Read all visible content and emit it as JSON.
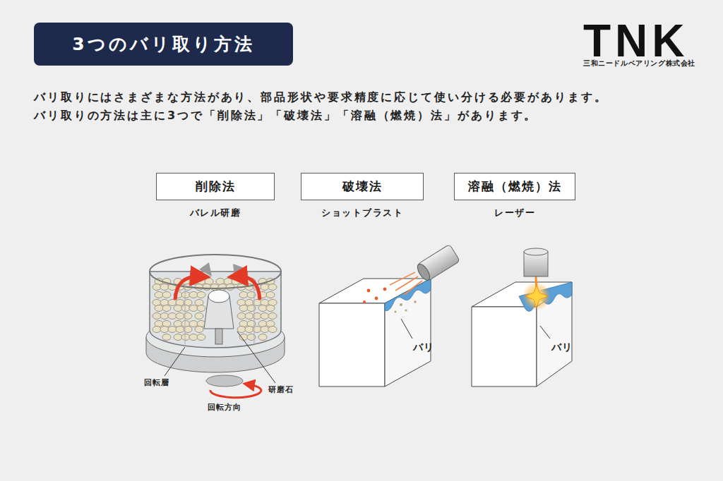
{
  "diagram": {
    "title": "3つのバリ取り方法",
    "nodes": [
      {
        "text": [
          "削除法",
          "バレル研磨"
        ]
      },
      {
        "text": [
          "破壊法",
          "ショットブラスト"
        ]
      },
      {
        "text": [
          "溶融（燃焼）法",
          "レーザー"
        ]
      }
    ],
    "labels": [
      "TNK",
      "三和ニードルベアリング株式会社",
      "バリ取りにはさまざまな方法があり、部品形状や要求精度に応じて使い分ける必要があります。",
      "バリ取りの方法は主に3つで「削除法」「破壊法」「溶融（燃焼）法」があります。",
      "回転層",
      "研磨石",
      "回転方向",
      "バリ",
      "バリ"
    ]
  }
}
